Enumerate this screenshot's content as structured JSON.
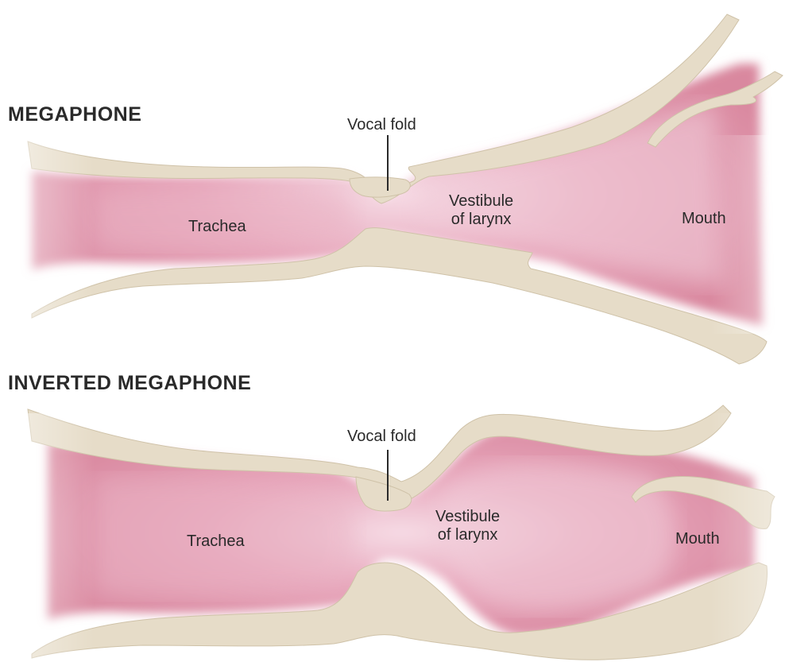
{
  "diagrams": [
    {
      "title": "MEGAPHONE",
      "labels": {
        "vocal_fold": "Vocal fold",
        "trachea": "Trachea",
        "vestibule_line1": "Vestibule",
        "vestibule_line2": "of larynx",
        "mouth": "Mouth"
      }
    },
    {
      "title": "INVERTED MEGAPHONE",
      "labels": {
        "vocal_fold": "Vocal fold",
        "trachea": "Trachea",
        "vestibule_line1": "Vestibule",
        "vestibule_line2": "of larynx",
        "mouth": "Mouth"
      }
    }
  ],
  "colors": {
    "tissue_wall": "#e6dcc8",
    "tissue_wall_edge": "#cfc2a8",
    "airway_pink": "#d9889f",
    "airway_highlight": "#f3d3df",
    "text": "#2a2a2a"
  }
}
